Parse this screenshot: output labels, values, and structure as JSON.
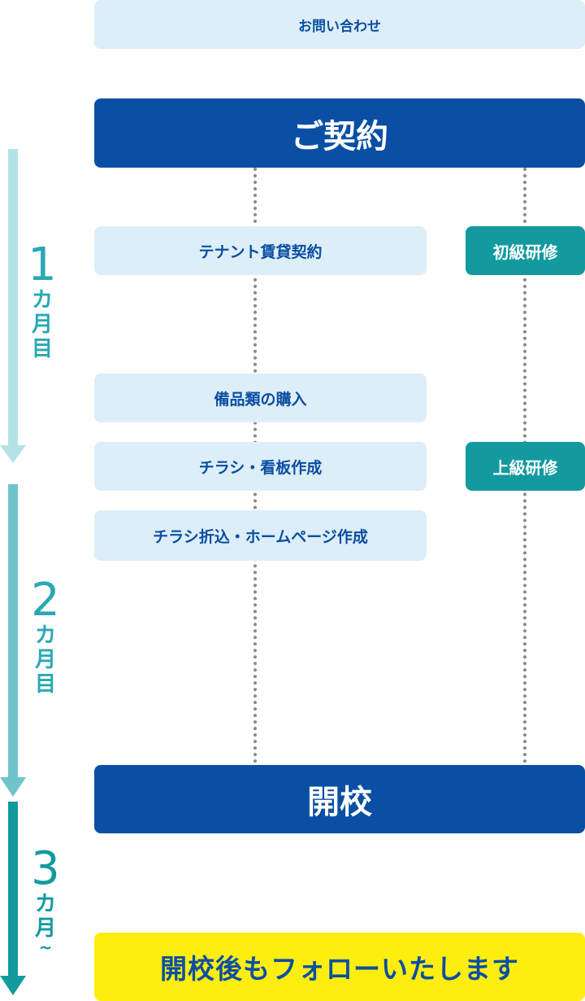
{
  "steps": {
    "inquiry": "お問い合わせ",
    "contract": "ご契約",
    "tenant_lease": "テナント賃貸契約",
    "equipment": "備品類の購入",
    "flyer_sign": "チラシ・看板作成",
    "flyer_insert_web": "チラシ折込・ホームページ作成",
    "opening": "開校",
    "followup": "開校後もフォローいたします"
  },
  "training": {
    "beginner": "初級研修",
    "advanced": "上級研修"
  },
  "months": [
    {
      "num": "1",
      "chars": [
        "カ",
        "月",
        "目"
      ],
      "suffix": ""
    },
    {
      "num": "2",
      "chars": [
        "カ",
        "月",
        "目"
      ],
      "suffix": ""
    },
    {
      "num": "3",
      "chars": [
        "カ",
        "月"
      ],
      "suffix": "~"
    }
  ],
  "colors": {
    "dark_blue": "#0a4fa3",
    "light_blue": "#ddeef8",
    "teal": "#129a9f",
    "yellow": "#fdee10",
    "arrow1": "#b3e3e6",
    "arrow2": "#6fc4cb",
    "arrow3": "#129a9f"
  }
}
